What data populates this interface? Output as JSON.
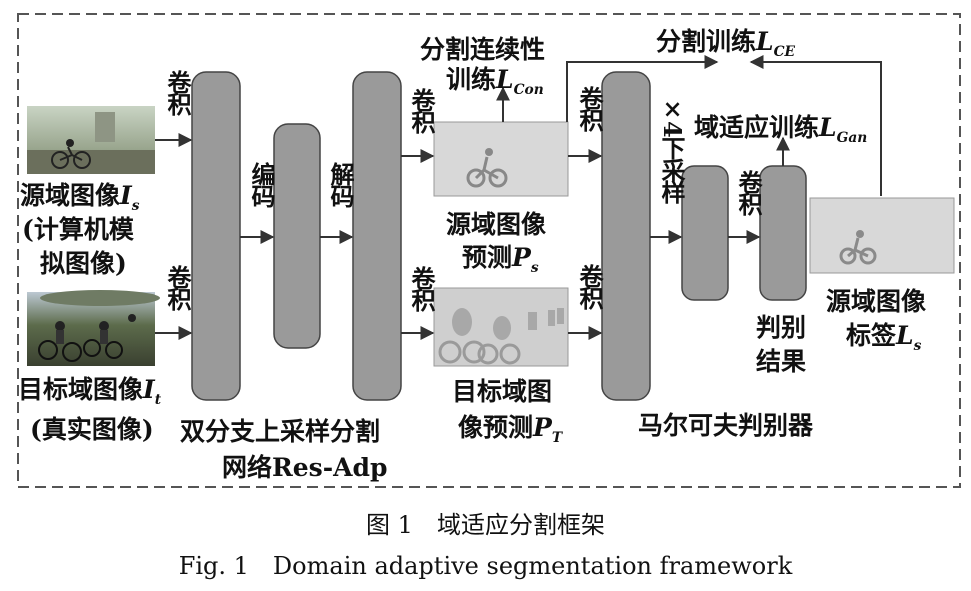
{
  "labels": {
    "conv": "卷积",
    "encode": "编码",
    "decode": "解码",
    "downsample": "下采样",
    "x4": "×4"
  },
  "source_image": {
    "line1": "源域图像",
    "sym": "I",
    "sub": "s",
    "line2": "(计算机模",
    "line3": "拟图像)"
  },
  "target_image": {
    "line1": "目标域图像",
    "sym": "I",
    "sub": "t",
    "line2": "(真实图像)"
  },
  "segnet": {
    "line1": "双分支上采样分割",
    "line2": "网络Res-Adp"
  },
  "source_pred": {
    "line1": "源域图像",
    "line2": "预测",
    "sym": "P",
    "sub": "s"
  },
  "target_pred": {
    "line1": "目标域图",
    "line2": "像预测",
    "sym": "P",
    "sub": "T"
  },
  "continuity_loss": {
    "line1": "分割连续性",
    "line2": "训练",
    "sym": "L",
    "sub": "Con"
  },
  "seg_loss": {
    "text": "分割训练",
    "sym": "L",
    "sub": "CE"
  },
  "adapt_loss": {
    "text": "域适应训练",
    "sym": "L",
    "sub": "Gan"
  },
  "disc_result": {
    "line1": "判别",
    "line2": "结果"
  },
  "source_label": {
    "line1": "源域图像",
    "line2": "标签",
    "sym": "L",
    "sub": "s"
  },
  "discriminator": {
    "text": "马尔可夫判别器"
  },
  "caption": {
    "cn": "图 1　域适应分割框架",
    "en": "Fig. 1　Domain adaptive segmentation framework"
  },
  "colors": {
    "block": "#9a9a9a",
    "pred_bg": "#d8d8d8",
    "line": "#333333"
  }
}
